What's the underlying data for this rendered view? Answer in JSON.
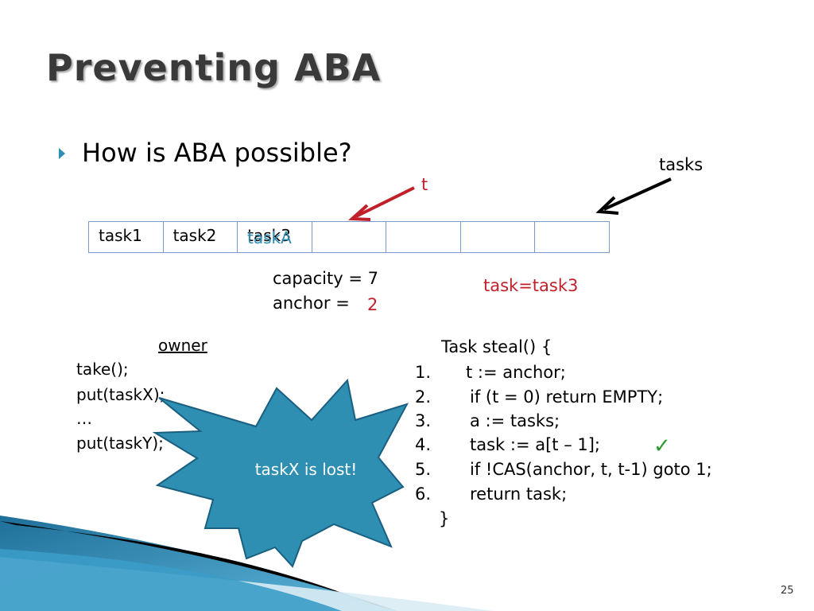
{
  "slide": {
    "title": "Preventing ABA",
    "bullet": "How is ABA possible?",
    "page_number": "25"
  },
  "labels": {
    "tasks": "tasks",
    "t": "t"
  },
  "array": {
    "cells": [
      "task1",
      "task2",
      "task3",
      "",
      "",
      "",
      ""
    ],
    "overlay": "taskA"
  },
  "state": {
    "capacity": "capacity = 7",
    "anchor": "anchor =",
    "anchor_value": "2",
    "task_assign": "task=task3"
  },
  "owner": {
    "heading": "owner",
    "lines": [
      "take();",
      "put(taskX);",
      "…",
      "put(taskY);"
    ]
  },
  "steal": {
    "signature": "Task steal() {",
    "lines": [
      {
        "num": "1.",
        "code": "t := anchor;"
      },
      {
        "num": "2.",
        "code": "if (t = 0)   return EMPTY;"
      },
      {
        "num": "3.",
        "code": "a := tasks;"
      },
      {
        "num": "4.",
        "code": "task := a[t – 1];"
      },
      {
        "num": "5.",
        "code": "if !CAS(anchor, t, t-1)  goto 1;"
      },
      {
        "num": "6.",
        "code": "return task;"
      }
    ],
    "closing": "}"
  },
  "callout": {
    "text": "taskX is lost!"
  },
  "colors": {
    "accent": "#2e8fb3",
    "red": "#c0202a",
    "star_fill": "#2e8fb3",
    "check": "#2a9a2a"
  }
}
